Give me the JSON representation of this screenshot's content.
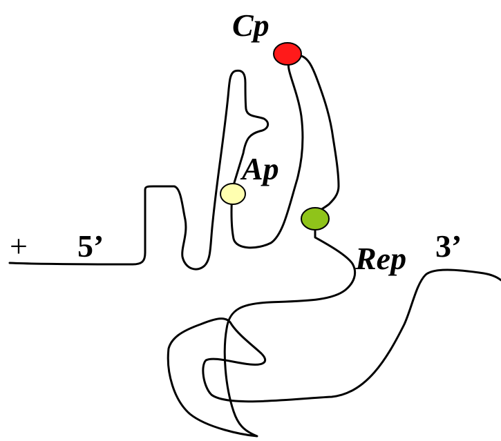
{
  "labels": {
    "plus": "+",
    "five_prime": "5’",
    "three_prime": "3’",
    "cp": "Cp",
    "ap": "Ap",
    "rep": "Rep"
  },
  "colors": {
    "cp_site": "#ff1a1a",
    "ap_site": "#ffffb0",
    "rep_site": "#8fc41a"
  }
}
